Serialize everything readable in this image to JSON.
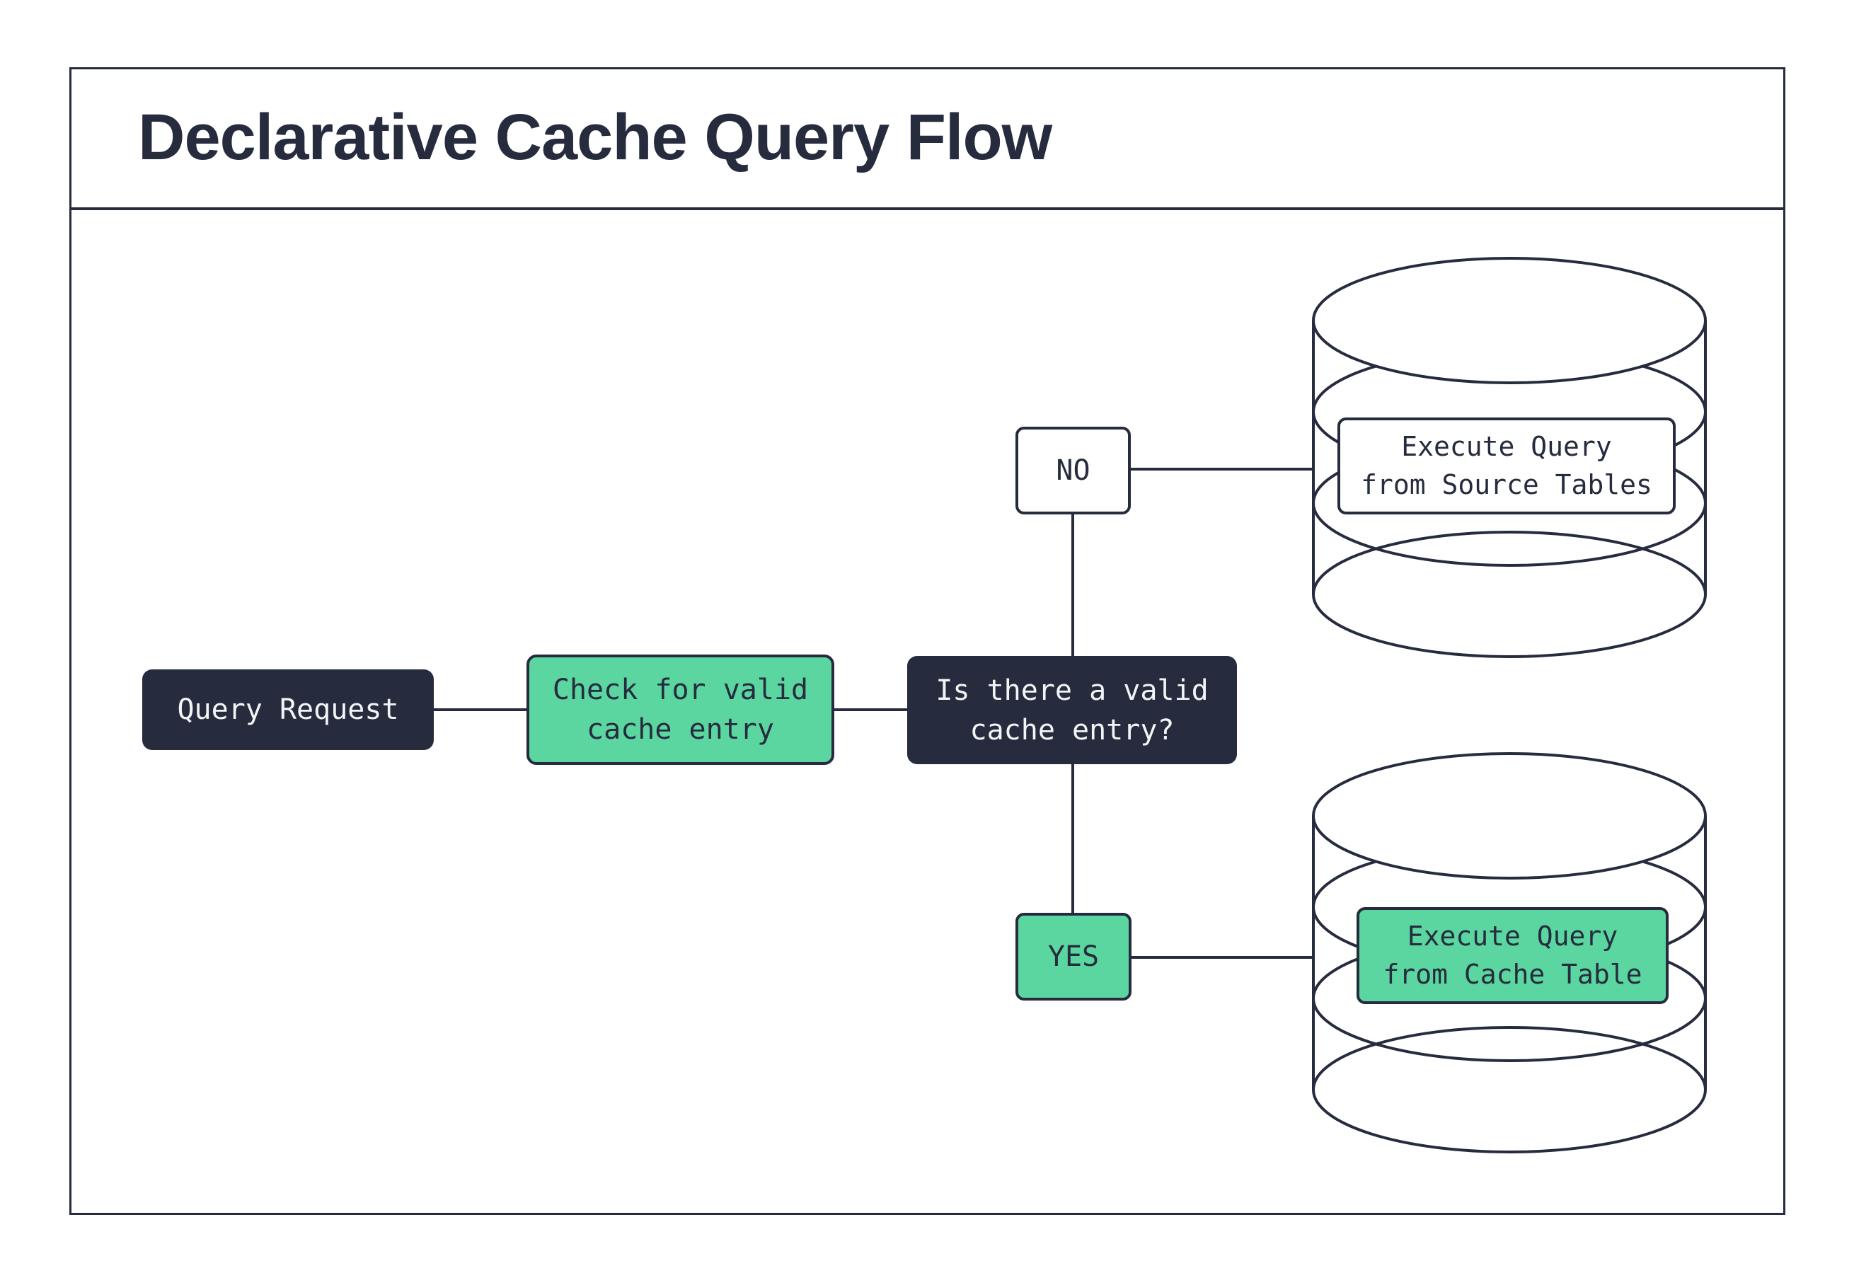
{
  "title": "Declarative Cache Query Flow",
  "colors": {
    "navy": "#262c3e",
    "green": "#5bd6a0",
    "white": "#ffffff",
    "text_light": "#f2f4f6",
    "page_bg": "#ffffff"
  },
  "nodes": {
    "query_request": {
      "label": "Query Request"
    },
    "check_cache": {
      "label": "Check for valid\ncache entry"
    },
    "decision": {
      "label": "Is there a valid\ncache entry?"
    },
    "no_branch": {
      "label": "NO"
    },
    "yes_branch": {
      "label": "YES"
    },
    "source_db": {
      "label": "Execute Query\nfrom Source Tables"
    },
    "cache_db": {
      "label": "Execute Query\nfrom Cache Table"
    }
  }
}
